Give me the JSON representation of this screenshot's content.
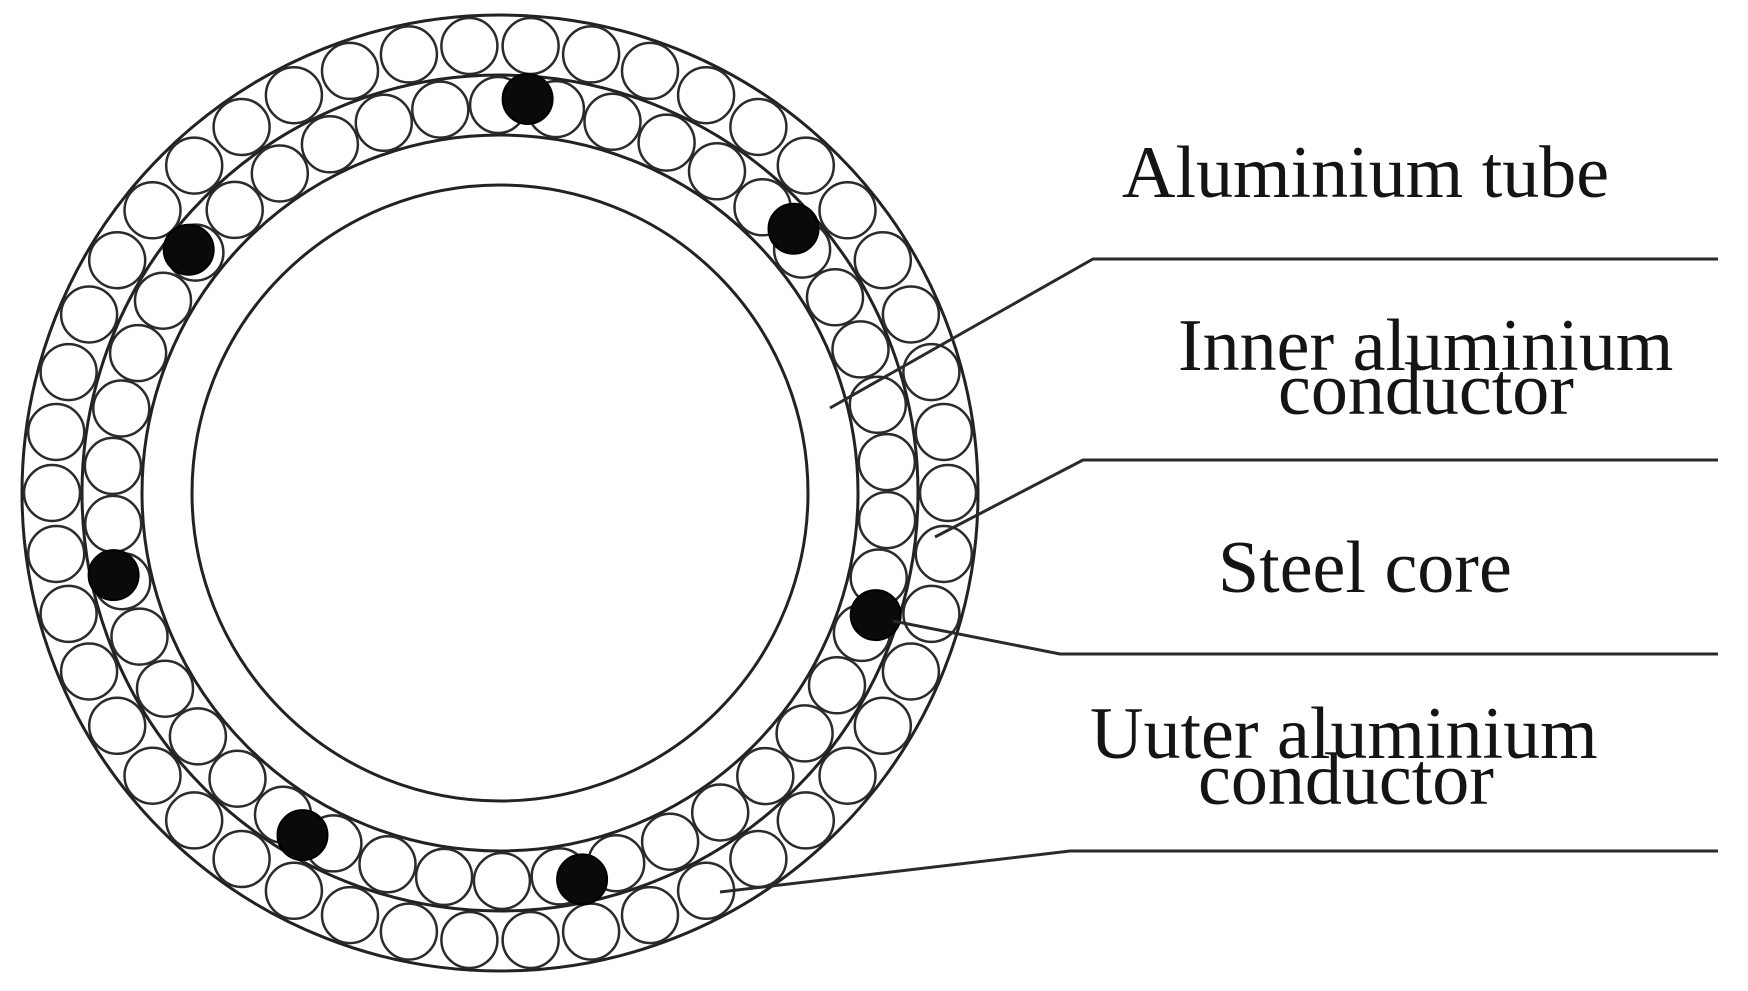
{
  "labels": {
    "aluminium_tube": "Aluminium tube",
    "inner_conductor_line1": "Inner aluminium",
    "inner_conductor_line2": "conductor",
    "steel_core": "Steel core",
    "outer_conductor_line1": "Uuter aluminium",
    "outer_conductor_line2": "conductor"
  },
  "cross_section": {
    "outer_layer_strand_count": 46,
    "inner_layer_strand_count": 42,
    "steel_strand_count": 7,
    "strand_color": "#ffffff",
    "steel_strand_color": "#0a0a0a",
    "line_color": "#222222"
  }
}
